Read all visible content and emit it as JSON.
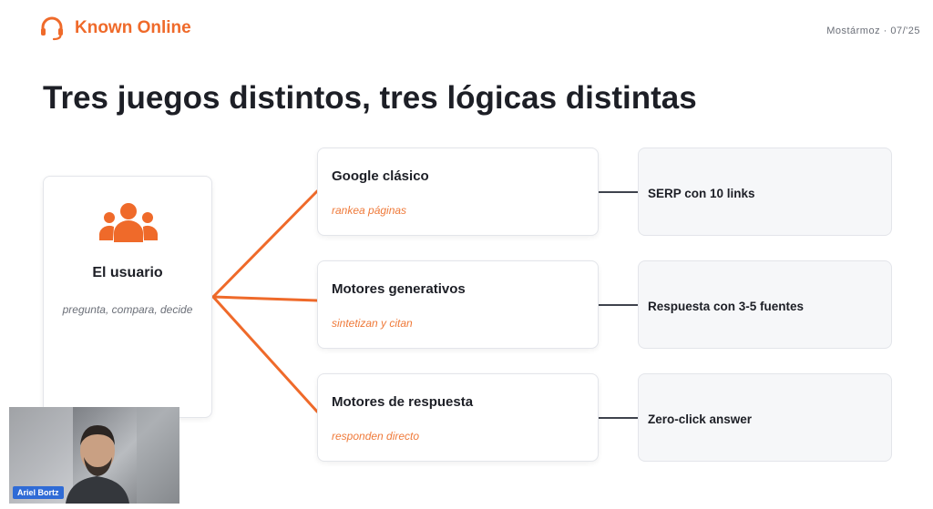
{
  "brand": {
    "name": "Known Online",
    "accent_color": "#ef6a2a",
    "icon": "headset-icon"
  },
  "corner_text": "Mostármoz · 07/'25",
  "slide": {
    "title": "Tres juegos distintos, tres lógicas distintas"
  },
  "user": {
    "icon": "users-group-icon",
    "label": "El usuario",
    "subtitle": "pregunta, compara, decide"
  },
  "engines": [
    {
      "title": "Google clásico",
      "subtitle": "rankea páginas",
      "result": "SERP con 10 links"
    },
    {
      "title": "Motores generativos",
      "subtitle": "sintetizan y citan",
      "result": "Respuesta con 3-5 fuentes"
    },
    {
      "title": "Motores de respuesta",
      "subtitle": "responden directo",
      "result": "Zero-click answer"
    }
  ],
  "video": {
    "participant_name": "Ariel Bortz"
  }
}
